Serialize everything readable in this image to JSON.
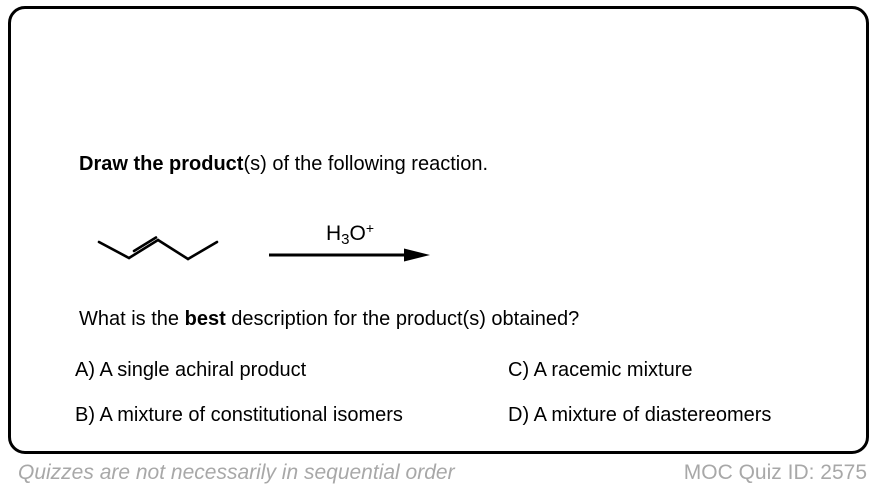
{
  "quiz": {
    "prompt": {
      "bold": "Draw the product",
      "rest": "(s) of the following reaction."
    },
    "reaction": {
      "reagent": {
        "base1": "H",
        "subscript": "3",
        "base2": "O",
        "superscript": "+"
      }
    },
    "question": {
      "pre": "What is the ",
      "bold": "best",
      "post": " description for the product(s) obtained?"
    },
    "options": [
      {
        "label": "A)",
        "text": "A single achiral product"
      },
      {
        "label": "B)",
        "text": "A mixture of constitutional isomers"
      },
      {
        "label": "C)",
        "text": "A racemic mixture"
      },
      {
        "label": "D)",
        "text": "A mixture of diastereomers"
      }
    ]
  },
  "footer": {
    "left_note": "Quizzes are not necessarily in sequential order",
    "right_id": "MOC Quiz ID: 2575"
  },
  "colors": {
    "border": "#000000",
    "text": "#000000",
    "footer_gray": "#a8a8a8"
  }
}
